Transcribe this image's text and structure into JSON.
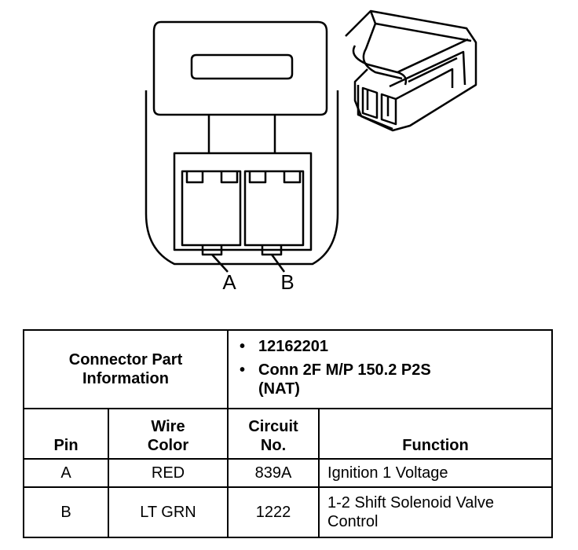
{
  "diagram": {
    "pin_labels": [
      "A",
      "B"
    ]
  },
  "table": {
    "part_info_label": "Connector Part Information",
    "part_numbers": [
      "12162201",
      "Conn 2F M/P 150.2 P2S (NAT)"
    ],
    "columns": [
      "Pin",
      "Wire Color",
      "Circuit No.",
      "Function"
    ],
    "rows": [
      {
        "pin": "A",
        "wire_color": "RED",
        "circuit": "839A",
        "function": "Ignition 1 Voltage"
      },
      {
        "pin": "B",
        "wire_color": "LT GRN",
        "circuit": "1222",
        "function": "1-2 Shift Solenoid Valve Control"
      }
    ]
  }
}
